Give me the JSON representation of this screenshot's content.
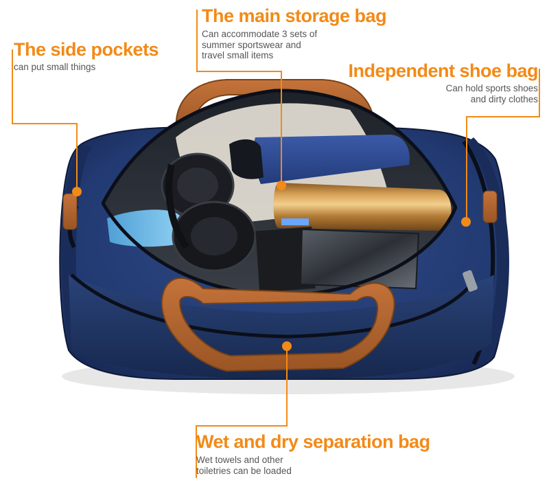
{
  "accent_color": "#f28a17",
  "callouts": {
    "main_storage": {
      "title": "The main storage bag",
      "description": "Can accommodate 3 sets of\nsummer sportswear and\ntravel small items"
    },
    "side_pockets": {
      "title": "The side pockets",
      "description": "can put small things"
    },
    "shoe_bag": {
      "title": "Independent shoe bag",
      "description": "Can hold sports shoes\nand dirty clothes"
    },
    "wet_dry": {
      "title": "Wet and dry separation bag",
      "description": "Wet towels and other\ntoiletries can be loaded"
    }
  },
  "photo": {
    "subject": "navy-duffel-bag",
    "contents": [
      "headphones-icon",
      "umbrella-icon",
      "thermos-bottle-icon",
      "power-bank-icon",
      "wallet-icon"
    ]
  }
}
